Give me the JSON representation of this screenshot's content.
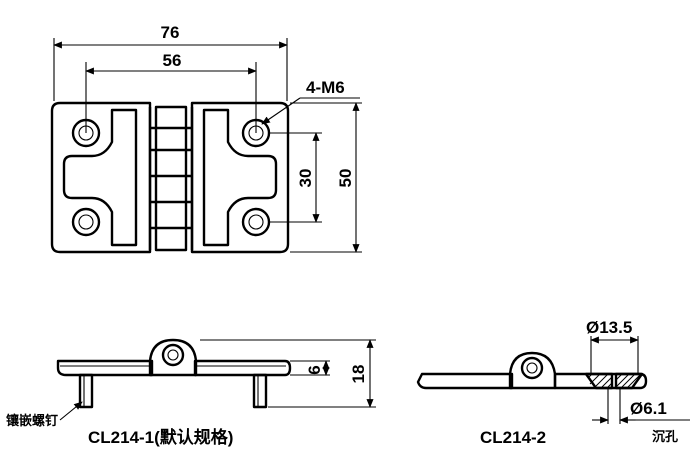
{
  "dimensions": {
    "overall_width": "76",
    "hole_spacing_x": "56",
    "hole_spec": "4-M6",
    "hole_spacing_y": "30",
    "overall_height": "50",
    "hinge_thickness": "6",
    "total_height": "18",
    "counterbore_diameter": "Ø13.5",
    "hole_diameter": "Ø6.1"
  },
  "labels": {
    "embedded_screw": "镶嵌螺钉",
    "model_1": "CL214-1(默认规格)",
    "model_2": "CL214-2",
    "countersink": "沉孔"
  }
}
